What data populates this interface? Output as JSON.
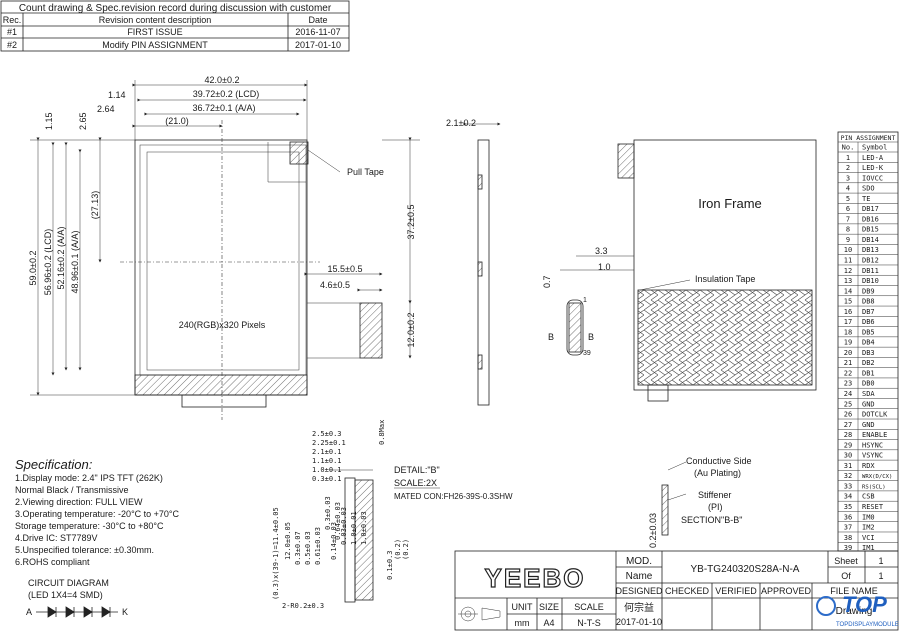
{
  "revision": {
    "title": "Count drawing & Spec.revision record during discussion with customer",
    "headers": [
      "Rec.",
      "Revision content description",
      "Date"
    ],
    "rows": [
      {
        "rec": "#1",
        "desc": "FIRST ISSUE",
        "date": "2016-11-07"
      },
      {
        "rec": "#2",
        "desc": "Modify PIN ASSIGNMENT",
        "date": "2017-01-10"
      }
    ]
  },
  "front_view": {
    "dims_top": [
      "42.0±0.2",
      "1.14",
      "39.72±0.2 (LCD)",
      "2.64",
      "36.72±0.1 (A/A)",
      "(21.0)"
    ],
    "dims_left": [
      "1.15",
      "2.65",
      "59.0±0.2",
      "56.96±0.2 (LCD)",
      "52.16±0.2 (A/A)",
      "48.96±0.1 (A/A)",
      "(27.13)"
    ],
    "dims_right": [
      "15.5±0.5",
      "4.6±0.5",
      "37.2±0.5",
      "12.0±0.2"
    ],
    "pull_tape": "Pull Tape",
    "resolution": "240(RGB)x320  Pixels"
  },
  "side_view": {
    "thickness": "2.1±0.2"
  },
  "back_view": {
    "iron_frame": "Iron Frame",
    "insulation": "Insulation Tape",
    "dims": [
      "3.3",
      "1.0",
      "0.7"
    ],
    "section_marks": [
      "B",
      "B",
      "39",
      "1"
    ]
  },
  "detail": {
    "dims": [
      "2.5±0.3",
      "2.25±0.1",
      "2.1±0.1",
      "1.1±0.1",
      "1.0±0.1",
      "0.3±0.1",
      "0.8Max"
    ],
    "vdims": [
      "(0.3)x(39-1)=11.4±0.05",
      "12.0±0.05",
      "0.3±0.07",
      "0.5±0.03",
      "0.61±0.03",
      "0.3±0.03",
      "0.64±0.03",
      "0.14±0.03",
      "0.03±0.03",
      "1.0±0.01",
      "1.0±0.03",
      "0.1±0.3",
      "(0.2)",
      "(0.2)",
      "2-R0.2±0.3"
    ],
    "label": "DETAIL:\"B\"",
    "scale": "SCALE:2X",
    "mated": "MATED CON:FH26-39S-0.3SHW"
  },
  "section": {
    "conductive": "Conductive Side",
    "plating": "(Au Plating)",
    "stiffener": "Stiffener",
    "pi": "(PI)",
    "label": "SECTION\"B-B\"",
    "thickness": "0.2±0.03"
  },
  "spec": {
    "title": "Specification:",
    "lines": [
      "1.Display mode: 2.4\" IPS TFT (262K)",
      "   Normal Black / Transmissive",
      "2.Viewing direction: FULL VIEW",
      "3.Operating temperature: -20°C to +70°C",
      "   Storage temperature: -30°C to +80°C",
      "4.Drive IC: ST7789V",
      "5.Unspecified tolerance: ±0.30mm.",
      "6.ROHS compliant"
    ],
    "circuit_title": "CIRCUIT DIAGRAM",
    "circuit_sub": "(LED 1X4=4 SMD)",
    "anode": "A",
    "cathode": "K"
  },
  "pin_table": {
    "title": "PIN ASSIGNMENT",
    "headers": [
      "No.",
      "Symbol"
    ],
    "pins": [
      [
        "1",
        "LED-A"
      ],
      [
        "2",
        "LED-K"
      ],
      [
        "3",
        "IOVCC"
      ],
      [
        "4",
        "SDO"
      ],
      [
        "5",
        "TE"
      ],
      [
        "6",
        "DB17"
      ],
      [
        "7",
        "DB16"
      ],
      [
        "8",
        "DB15"
      ],
      [
        "9",
        "DB14"
      ],
      [
        "10",
        "DB13"
      ],
      [
        "11",
        "DB12"
      ],
      [
        "12",
        "DB11"
      ],
      [
        "13",
        "DB10"
      ],
      [
        "14",
        "DB9"
      ],
      [
        "15",
        "DB8"
      ],
      [
        "16",
        "DB7"
      ],
      [
        "17",
        "DB6"
      ],
      [
        "18",
        "DB5"
      ],
      [
        "19",
        "DB4"
      ],
      [
        "20",
        "DB3"
      ],
      [
        "21",
        "DB2"
      ],
      [
        "22",
        "DB1"
      ],
      [
        "23",
        "DB0"
      ],
      [
        "24",
        "SDA"
      ],
      [
        "25",
        "GND"
      ],
      [
        "26",
        "DOTCLK"
      ],
      [
        "27",
        "GND"
      ],
      [
        "28",
        "ENABLE"
      ],
      [
        "29",
        "HSYNC"
      ],
      [
        "30",
        "VSYNC"
      ],
      [
        "31",
        "RDX"
      ],
      [
        "32",
        "WRX(D/CX)"
      ],
      [
        "33",
        "RS(SCL)"
      ],
      [
        "34",
        "CSB"
      ],
      [
        "35",
        "RESET"
      ],
      [
        "36",
        "IM0"
      ],
      [
        "37",
        "IM2"
      ],
      [
        "38",
        "VCI"
      ],
      [
        "39",
        "IM1"
      ]
    ]
  },
  "title_block": {
    "logo": "YEEBO",
    "mod_label": "MOD.",
    "name_label": "Name",
    "part": "YB-TG240320S28A-N-A",
    "sheet_label": "Sheet",
    "sheet": "1",
    "of_label": "Of",
    "of": "1",
    "headers": [
      "DESIGNED",
      "CHECKED",
      "VERIFIED",
      "APPROVED",
      "FILE NAME"
    ],
    "designer": "何宗益",
    "date": "2017-01-10",
    "unit_label": "UNIT",
    "unit": "mm",
    "size_label": "SIZE",
    "size": "A4",
    "scale_label": "SCALE",
    "scale": "N-T-S",
    "file_name": "Drawing",
    "watermark": "TOP",
    "watermark_sub": "TOPDISPLAYMODULE"
  }
}
